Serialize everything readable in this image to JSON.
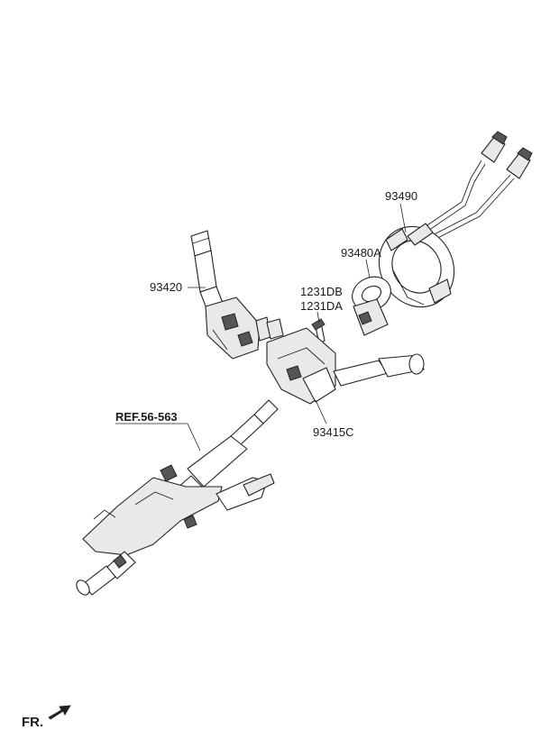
{
  "labels": {
    "p93490": "93490",
    "p93480A": "93480A",
    "p93420": "93420",
    "p1231DB": "1231DB",
    "p1231DA": "1231DA",
    "p93415C": "93415C",
    "ref": "REF.56-563",
    "fr": "FR."
  }
}
